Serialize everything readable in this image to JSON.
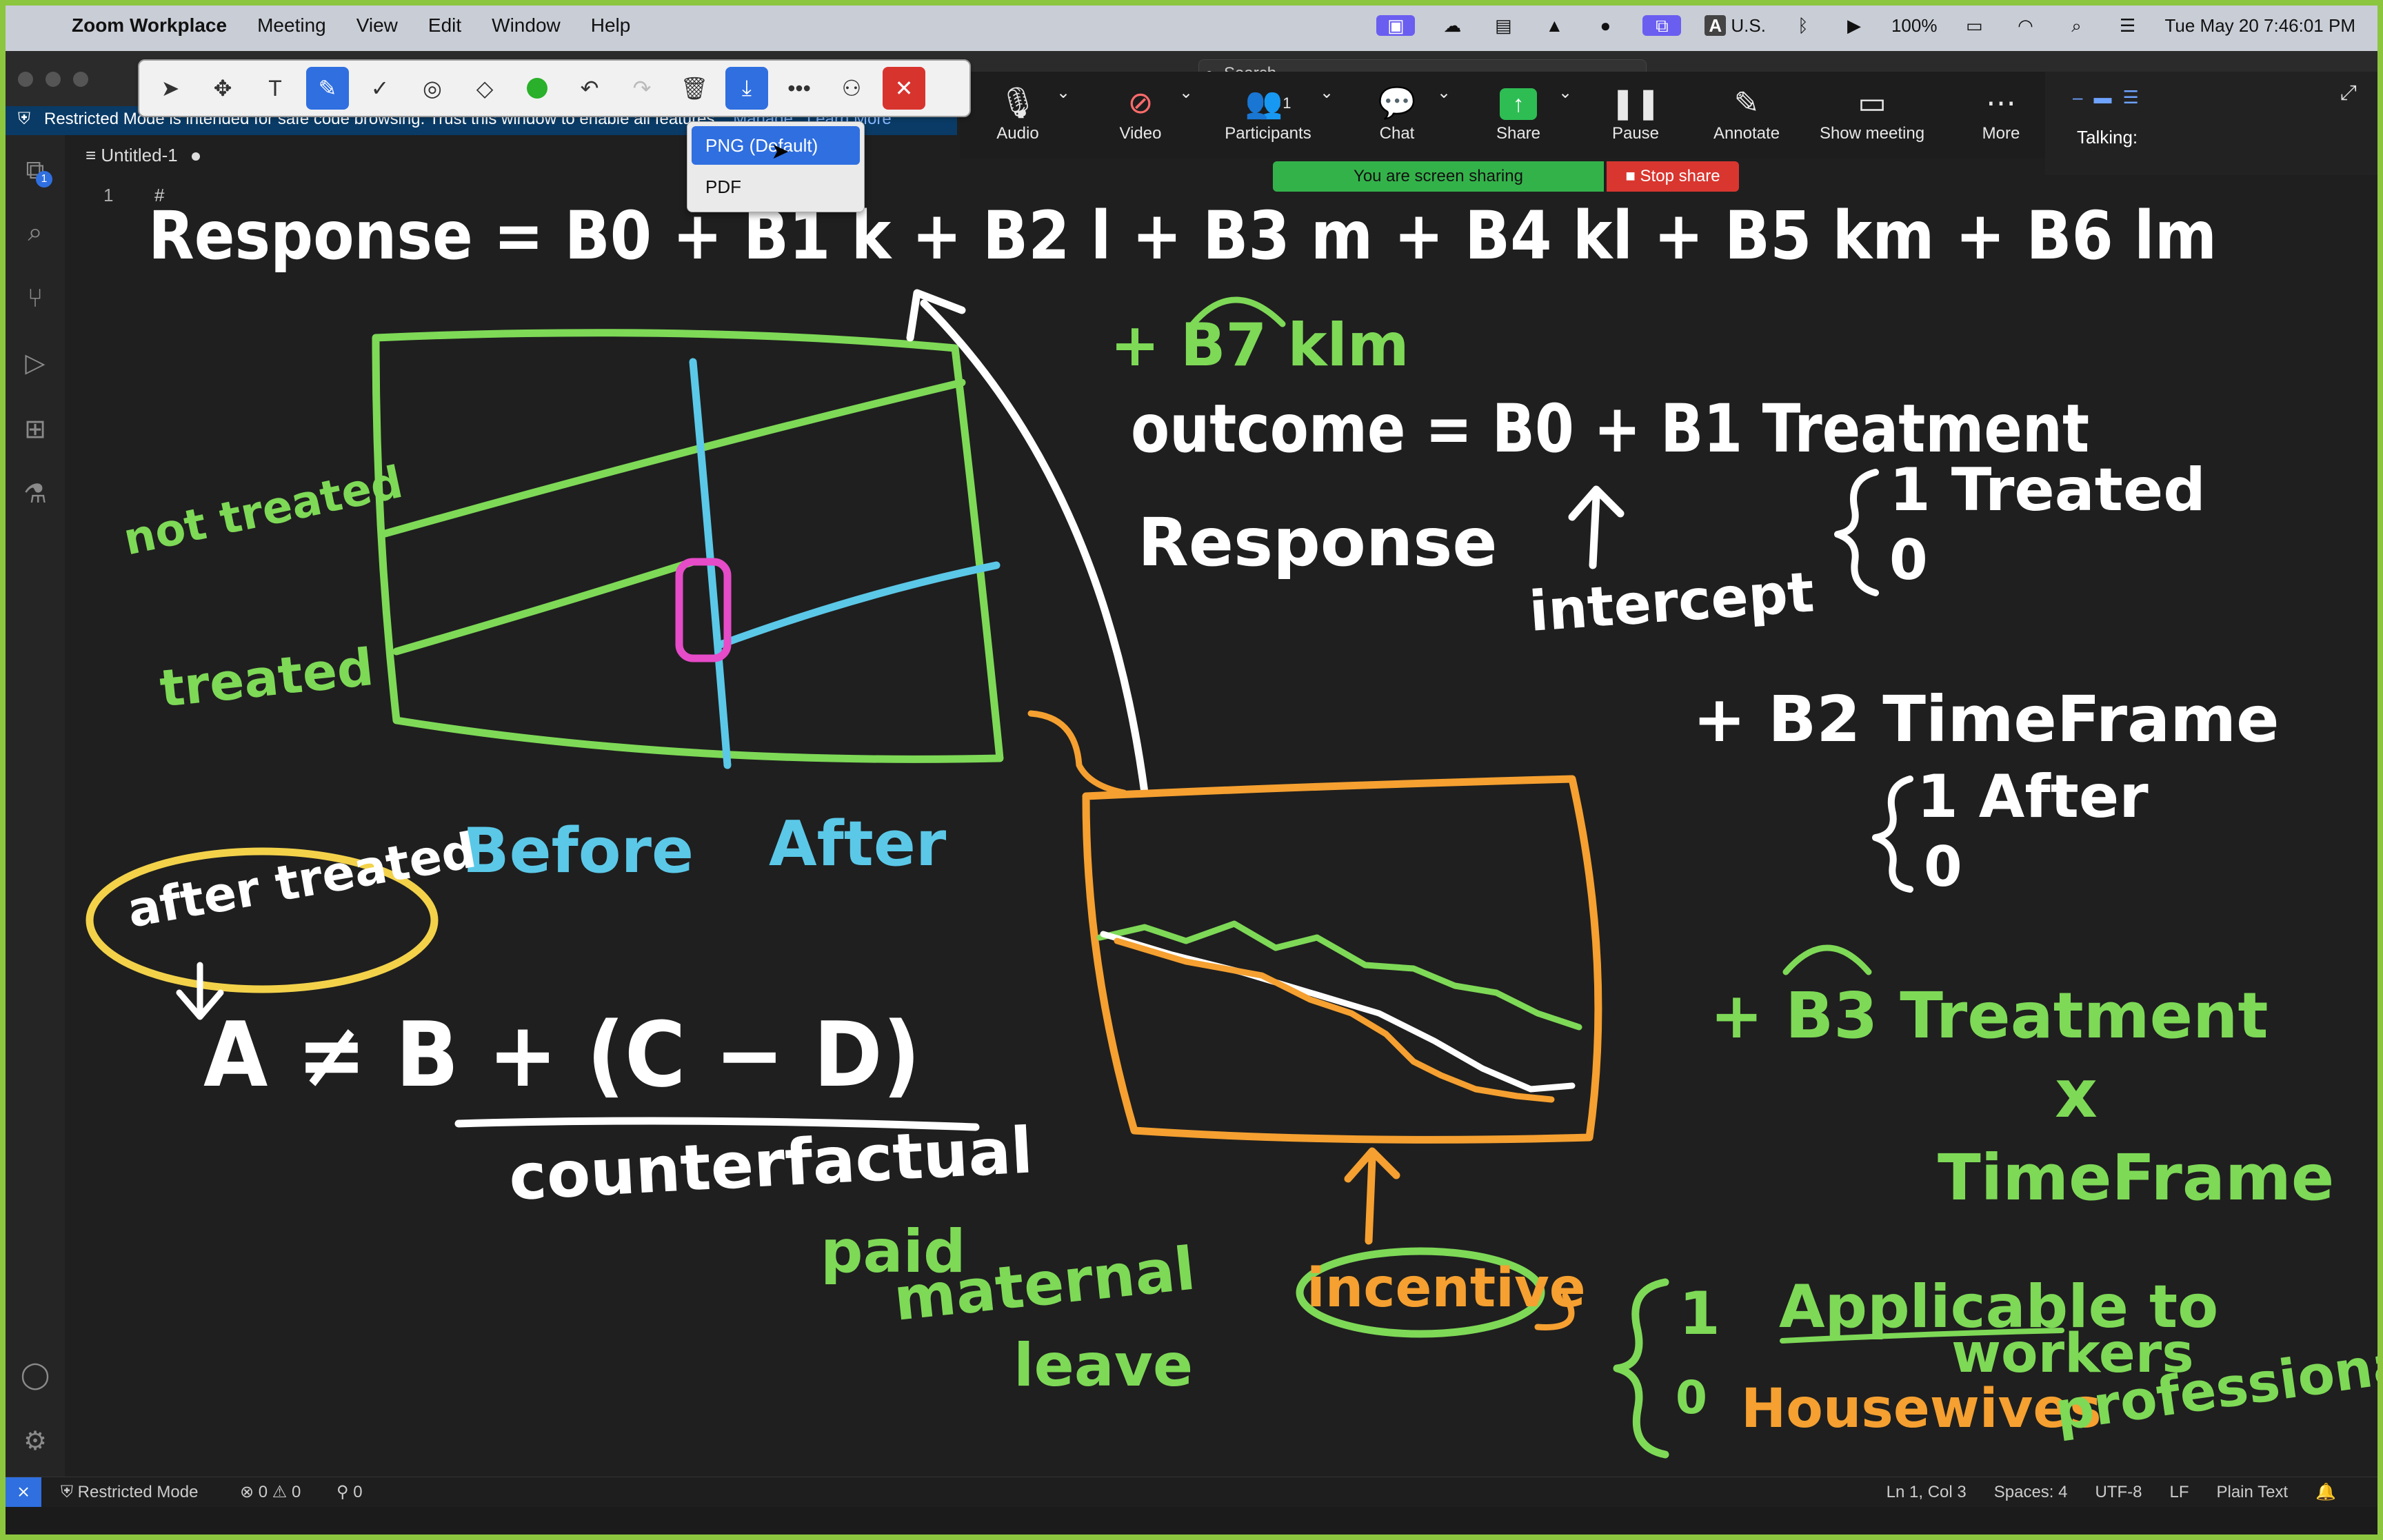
{
  "menubar": {
    "app": "Zoom Workplace",
    "items": [
      "Meeting",
      "View",
      "Edit",
      "Window",
      "Help"
    ],
    "input_source": "U.S.",
    "battery": "100%",
    "clock": "Tue May 20  7:46:01 PM"
  },
  "editor": {
    "search_placeholder": "Search",
    "banner_text": "Restricted Mode is intended for safe code browsing. Trust this window to enable all features.",
    "banner_manage": "Manage",
    "banner_learn": "Learn More",
    "tab_title": "Untitled-1",
    "line_number": "1",
    "line_text": "#",
    "status": {
      "restricted": "Restricted Mode",
      "problems": "⊗ 0 ⚠ 0",
      "ports": "⚲ 0",
      "position": "Ln 1, Col 3",
      "spaces": "Spaces: 4",
      "encoding": "UTF-8",
      "eol": "LF",
      "language": "Plain Text"
    }
  },
  "save_menu": {
    "png": "PNG (Default)",
    "pdf": "PDF"
  },
  "zoom_controls": {
    "audio": "Audio",
    "video": "Video",
    "participants": "Participants",
    "participants_count": "1",
    "chat": "Chat",
    "share": "Share",
    "pause": "Pause",
    "annotate": "Annotate",
    "show_meeting": "Show meeting",
    "more": "More",
    "talking": "Talking:",
    "sharing_notice": "You are screen sharing",
    "stop_share": "Stop share"
  },
  "whiteboard": {
    "colors": {
      "white": "#ffffff",
      "green": "#7ed957",
      "cyan": "#5bc8e8",
      "orange": "#f5a030",
      "yellow": "#f3d24a",
      "magenta": "#e64bc8"
    },
    "eq_response": "Response = B0 + B1 k + B2 l + B3 m + B4 kl + B5 km + B6 lm",
    "eq_b7": "+ B7 klm",
    "outcome": "outcome = B0 + B1 Treatment",
    "response2": "Response",
    "treated_set": "{ 1 Treated, 0",
    "treated_1": "1  Treated",
    "treated_0": "0",
    "intercept": "intercept",
    "timeframe": "+ B2 TimeFrame",
    "after_1": "1  After",
    "after_0": "0",
    "interaction": "+ B3  Treatment",
    "times": "x",
    "timeframe2": "TimeFrame",
    "not_treated": "not treated",
    "treated": "treated",
    "before": "Before",
    "after": "After",
    "after_treated": "after treated",
    "a_neq": "A ≠ B + (C − D)",
    "counterfactual": "counterfactual",
    "paid_leave": "paid maternal leave",
    "paid": "paid",
    "maternal": "maternal",
    "leave": "leave",
    "incentive": "incentive",
    "one": "1",
    "applicable": "Applicable to workers",
    "applicable_a": "Applicable to",
    "applicable_b": "workers",
    "zero": "0",
    "housewives": "Housewives professional",
    "housewives_a": "Housewives",
    "housewives_b": "professional"
  }
}
